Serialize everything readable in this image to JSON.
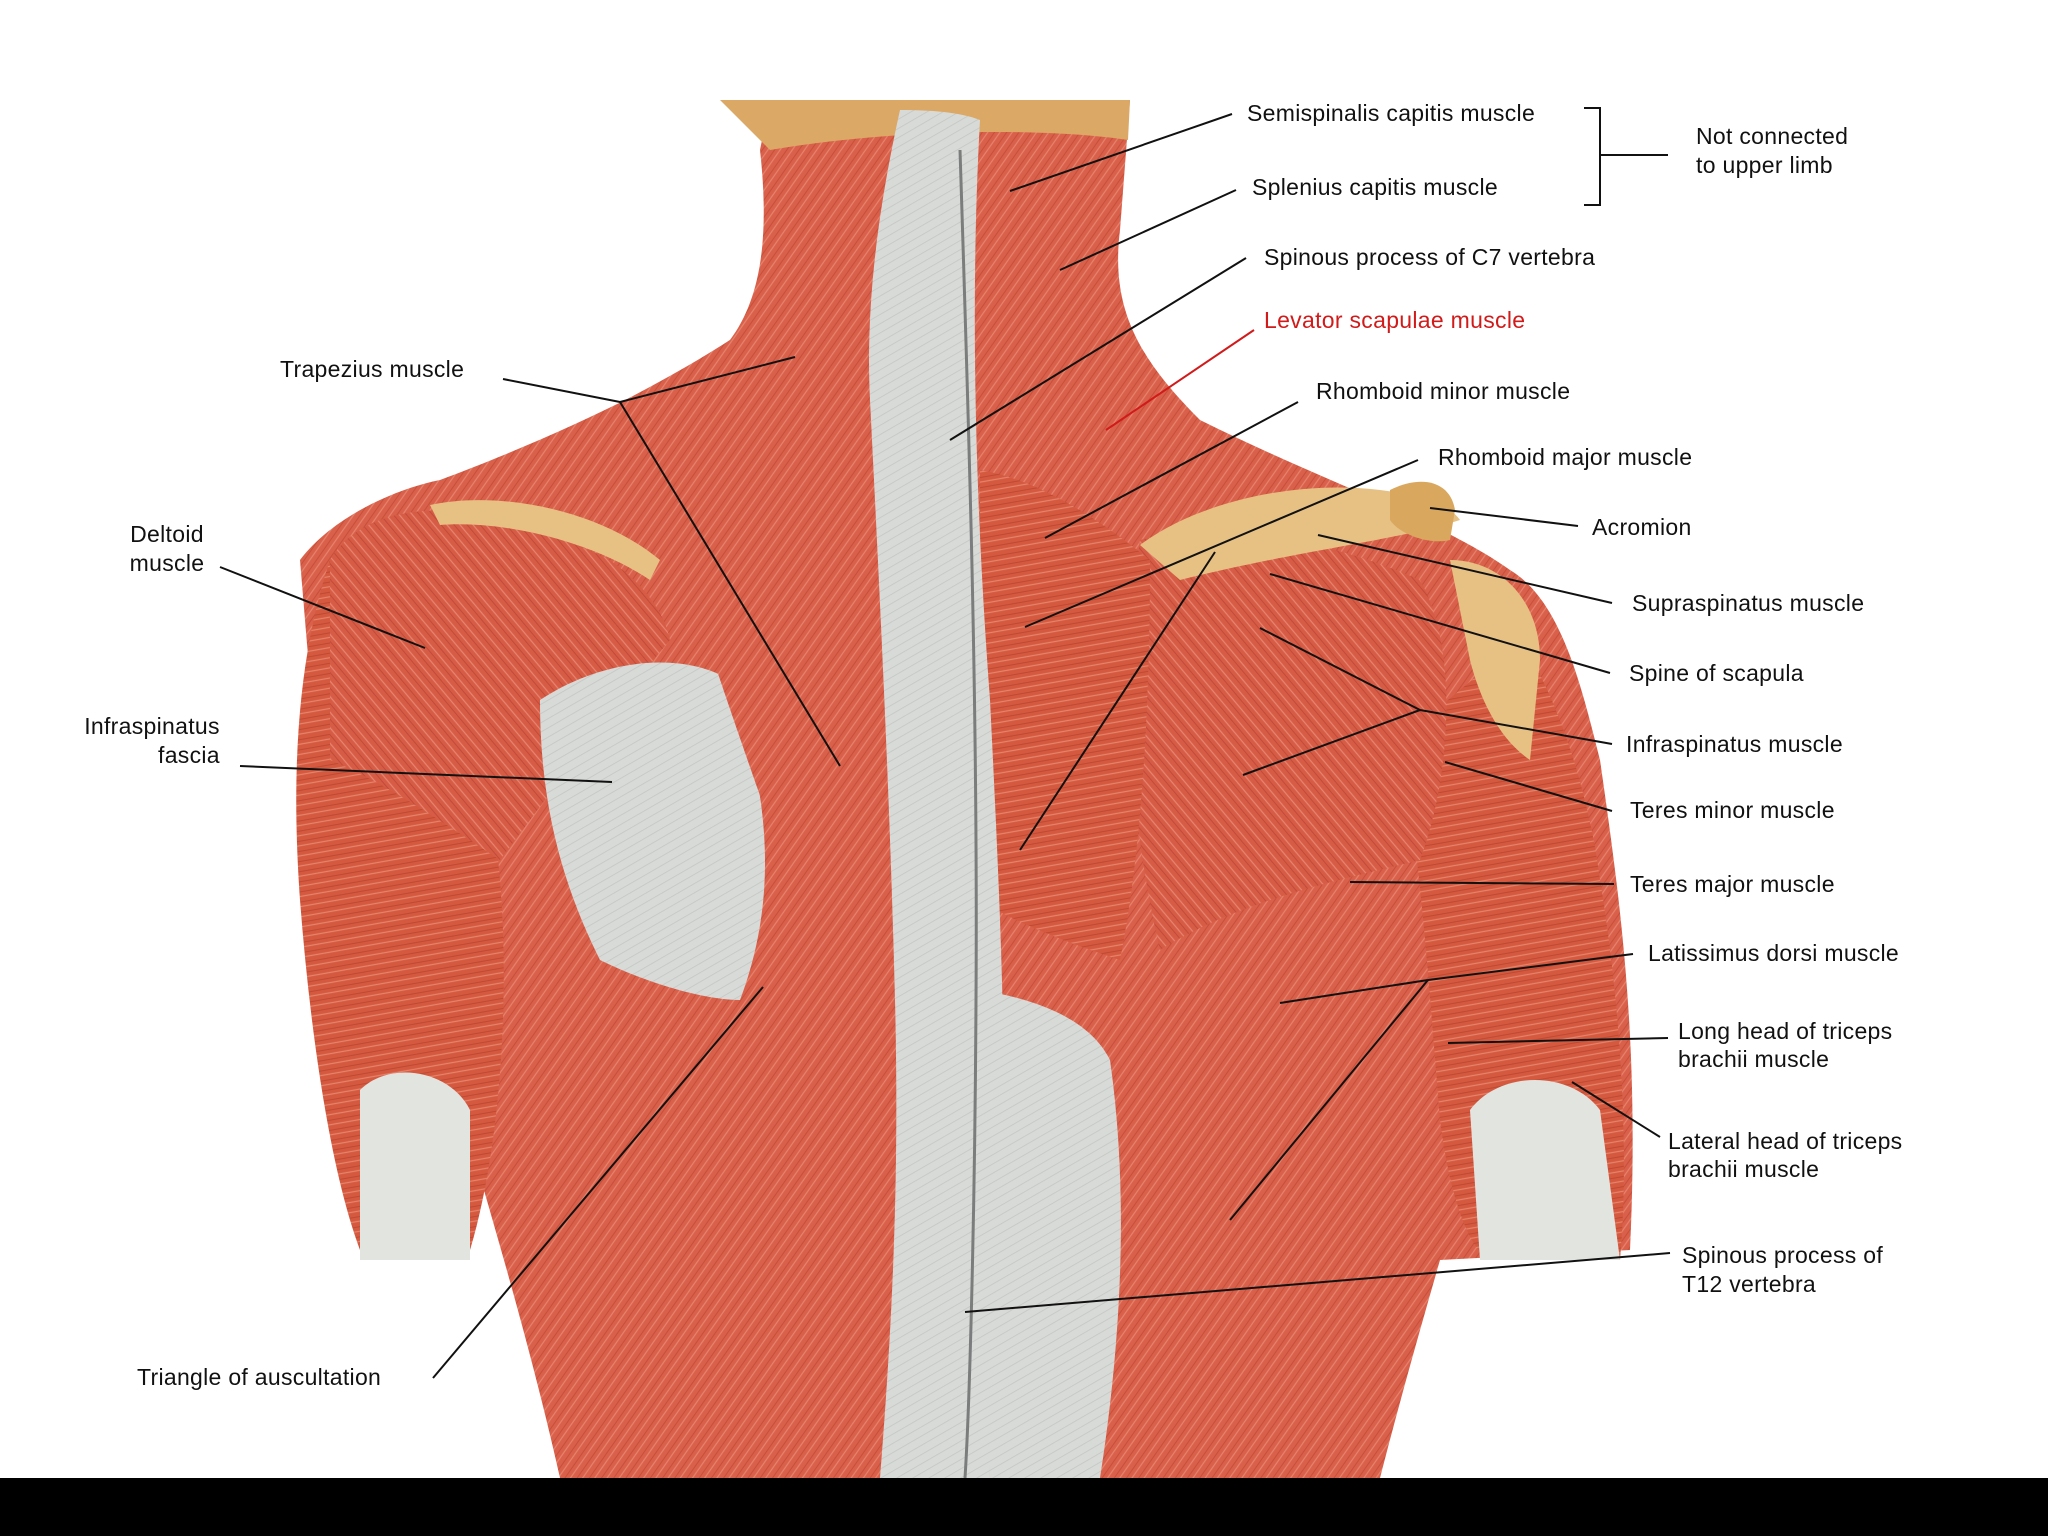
{
  "colors": {
    "background": "#ffffff",
    "muscle": "#d9604a",
    "muscle_dark": "#b8412f",
    "fascia": "#d7d9d6",
    "bone": "#e0b070",
    "leader_line": "#111111",
    "highlight_label": "#d11a1a",
    "bottom_bar": "#000000"
  },
  "labels": {
    "semispinalis_capitis": "Semispinalis capitis muscle",
    "splenius_capitis": "Splenius capitis muscle",
    "not_connected_line1": "Not connected",
    "not_connected_line2": "to upper limb",
    "spinous_c7": "Spinous process of C7 vertebra",
    "levator_scapulae": "Levator scapulae muscle",
    "rhomboid_minor": "Rhomboid minor muscle",
    "rhomboid_major": "Rhomboid major muscle",
    "acromion": "Acromion",
    "supraspinatus": "Supraspinatus muscle",
    "spine_of_scapula": "Spine of scapula",
    "infraspinatus_muscle": "Infraspinatus muscle",
    "teres_minor": "Teres minor muscle",
    "teres_major": "Teres major muscle",
    "latissimus_dorsi": "Latissimus dorsi muscle",
    "long_head_triceps_line1": "Long head of triceps",
    "long_head_triceps_line2": "brachii muscle",
    "lateral_head_triceps_line1": "Lateral head of triceps",
    "lateral_head_triceps_line2": "brachii muscle",
    "spinous_t12_line1": "Spinous process of",
    "spinous_t12_line2": "T12 vertebra",
    "trapezius": "Trapezius muscle",
    "deltoid_line1": "Deltoid",
    "deltoid_line2": "muscle",
    "infraspinatus_fascia_line1": "Infraspinatus",
    "infraspinatus_fascia_line2": "fascia",
    "triangle_auscultation": "Triangle of auscultation"
  }
}
